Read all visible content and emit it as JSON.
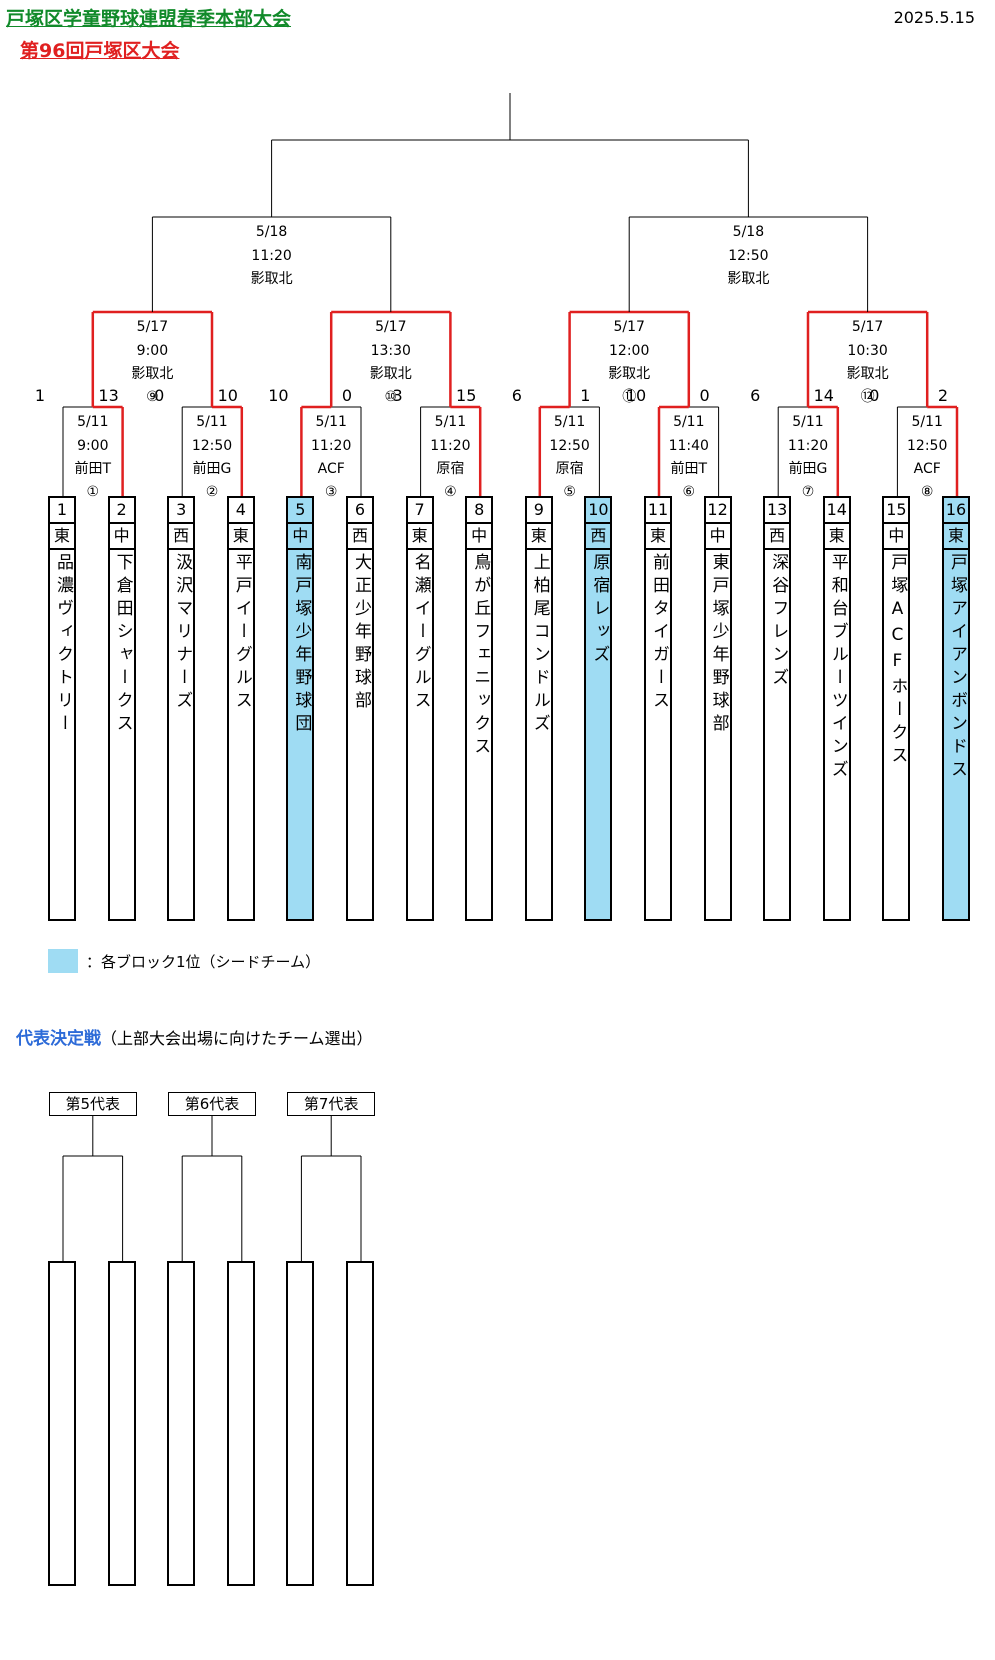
{
  "header": {
    "title": "戸塚区学童野球連盟春季本部大会",
    "subtitle": "第96回戸塚区大会",
    "date": "2025.5.15"
  },
  "teams": [
    {
      "num": "1",
      "area": "東",
      "name": "品濃ヴィクトリー",
      "seed": false
    },
    {
      "num": "2",
      "area": "中",
      "name": "下倉田シャークス",
      "seed": false
    },
    {
      "num": "3",
      "area": "西",
      "name": "汲沢マリナーズ",
      "seed": false
    },
    {
      "num": "4",
      "area": "東",
      "name": "平戸イーグルス",
      "seed": false
    },
    {
      "num": "5",
      "area": "中",
      "name": "南戸塚少年野球団",
      "seed": true
    },
    {
      "num": "6",
      "area": "西",
      "name": "大正少年野球部",
      "seed": false
    },
    {
      "num": "7",
      "area": "東",
      "name": "名瀬イーグルス",
      "seed": false
    },
    {
      "num": "8",
      "area": "中",
      "name": "鳥が丘フェニックス",
      "seed": false
    },
    {
      "num": "9",
      "area": "東",
      "name": "上柏尾コンドルズ",
      "seed": false
    },
    {
      "num": "10",
      "area": "西",
      "name": "原宿レッズ",
      "seed": true
    },
    {
      "num": "11",
      "area": "東",
      "name": "前田タイガース",
      "seed": false
    },
    {
      "num": "12",
      "area": "中",
      "name": "東戸塚少年野球部",
      "seed": false
    },
    {
      "num": "13",
      "area": "西",
      "name": "深谷フレンズ",
      "seed": false
    },
    {
      "num": "14",
      "area": "東",
      "name": "平和台ブルーツインズ",
      "seed": false
    },
    {
      "num": "15",
      "area": "中",
      "name": "戸塚ACFホークス",
      "seed": false
    },
    {
      "num": "16",
      "area": "東",
      "name": "戸塚アイアンボンドス",
      "seed": true
    }
  ],
  "round1": [
    {
      "date": "5/11",
      "time": "9:00",
      "venue": "前田T",
      "game": "①",
      "score_left": "1",
      "score_right": "13",
      "winner": "right"
    },
    {
      "date": "5/11",
      "time": "12:50",
      "venue": "前田G",
      "game": "②",
      "score_left": "0",
      "score_right": "10",
      "winner": "right"
    },
    {
      "date": "5/11",
      "time": "11:20",
      "venue": "ACF",
      "game": "③",
      "score_left": "10",
      "score_right": "0",
      "winner": "left"
    },
    {
      "date": "5/11",
      "time": "11:20",
      "venue": "原宿",
      "game": "④",
      "score_left": "3",
      "score_right": "15",
      "winner": "right"
    },
    {
      "date": "5/11",
      "time": "12:50",
      "venue": "原宿",
      "game": "⑤",
      "score_left": "6",
      "score_right": "1",
      "winner": "left"
    },
    {
      "date": "5/11",
      "time": "11:40",
      "venue": "前田T",
      "game": "⑥",
      "score_left": "10",
      "score_right": "0",
      "winner": "left"
    },
    {
      "date": "5/11",
      "time": "11:20",
      "venue": "前田G",
      "game": "⑦",
      "score_left": "6",
      "score_right": "14",
      "winner": "right"
    },
    {
      "date": "5/11",
      "time": "12:50",
      "venue": "ACF",
      "game": "⑧",
      "score_left": "0",
      "score_right": "2",
      "winner": "right"
    }
  ],
  "round2": [
    {
      "date": "5/17",
      "time": "9:00",
      "venue": "影取北",
      "game": "⑨"
    },
    {
      "date": "5/17",
      "time": "13:30",
      "venue": "影取北",
      "game": "⑩"
    },
    {
      "date": "5/17",
      "time": "12:00",
      "venue": "影取北",
      "game": "⑪"
    },
    {
      "date": "5/17",
      "time": "10:30",
      "venue": "影取北",
      "game": "⑫"
    }
  ],
  "round3": [
    {
      "date": "5/18",
      "time": "11:20",
      "venue": "影取北"
    },
    {
      "date": "5/18",
      "time": "12:50",
      "venue": "影取北"
    }
  ],
  "legend": {
    "text": "：各ブロック1位（シードチーム）"
  },
  "representatives": {
    "title": "代表決定戦",
    "note": "（上部大会出場に向けたチーム選出）",
    "labels": [
      "第5代表",
      "第6代表",
      "第7代表"
    ]
  },
  "colors": {
    "title": "#118a2a",
    "subtitle": "#e02020",
    "winner_line": "#e02020",
    "seed_fill": "#9fdcf3",
    "rep_title": "#2d6bd8"
  }
}
